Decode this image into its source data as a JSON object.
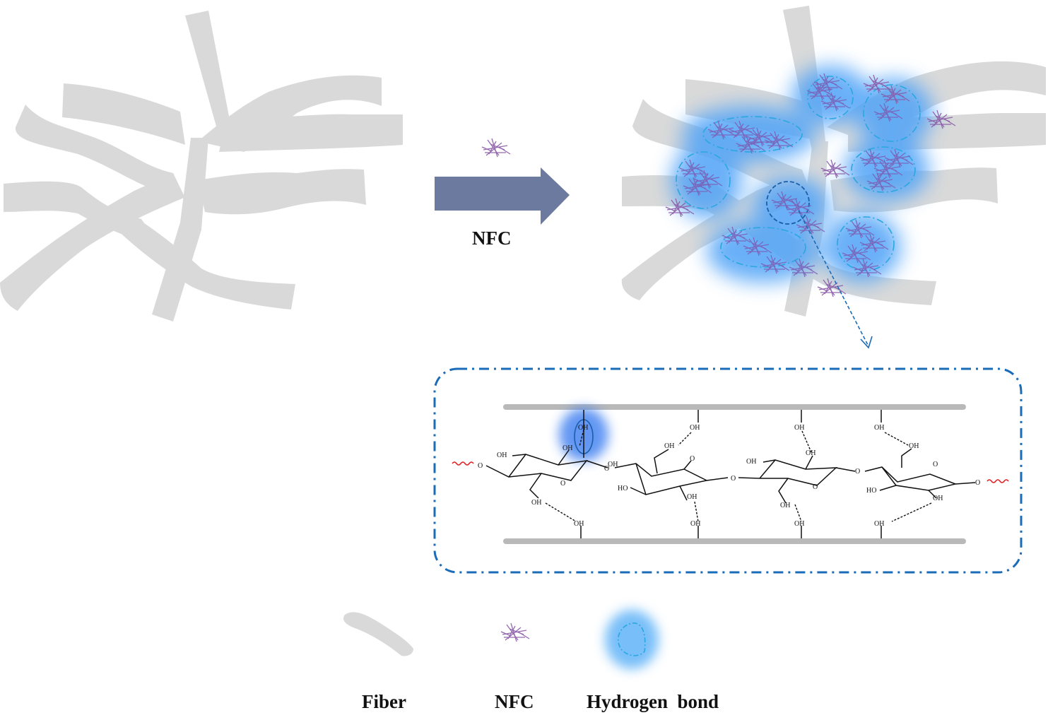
{
  "title": "NFC reinforcement mechanism via hydrogen bonding in fiber network",
  "arrow": {
    "label": "NFC",
    "color": "#6b7a9e"
  },
  "panels": {
    "before": "Fiber network without NFC",
    "after": "Fiber network with NFC aggregates bridged by hydrogen bonds"
  },
  "detail": {
    "description": "Cellulose chain bonded between fibers",
    "groups": {
      "oh": "OH",
      "ho": "HO",
      "o": "O"
    }
  },
  "legend": {
    "items": [
      {
        "label": "Fiber",
        "icon": "fiber-icon"
      },
      {
        "label": "NFC",
        "icon": "nfc-icon"
      },
      {
        "label": "Hydrogen  bond",
        "icon": "hydrogen-bond-icon"
      }
    ]
  },
  "colors": {
    "fiber": "#d9d9d9",
    "nfc": "#8a5aa8",
    "hbond_glow": "#4fa3f7",
    "hbond_outline": "#2aa7e0",
    "detail_border": "#1a6bb8",
    "chain_end": "#e02020"
  }
}
